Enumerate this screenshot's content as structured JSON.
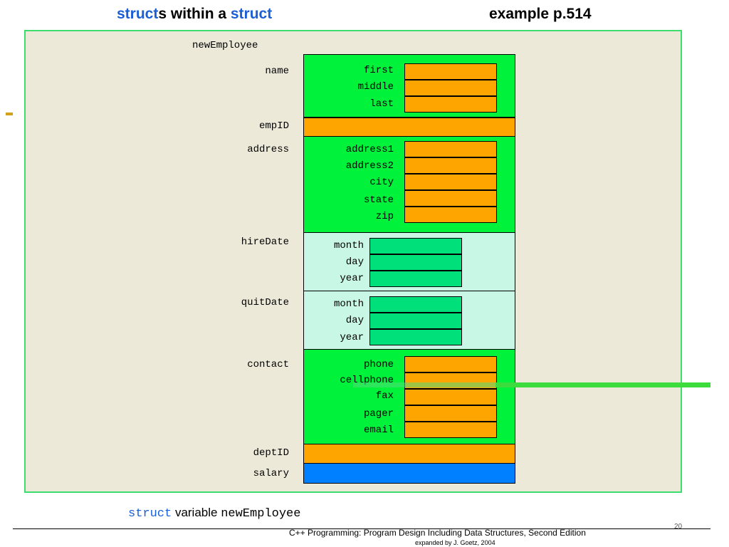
{
  "title": {
    "left_kw1": "struct",
    "left_mid": "s within a ",
    "left_kw2": "struct",
    "right": "example p.514"
  },
  "diagram": {
    "root": "newEmployee",
    "members": {
      "name": {
        "label": "name",
        "fields": [
          "first",
          "middle",
          "last"
        ]
      },
      "empID": {
        "label": "empID"
      },
      "address": {
        "label": "address",
        "fields": [
          "address1",
          "address2",
          "city",
          "state",
          "zip"
        ]
      },
      "hireDate": {
        "label": "hireDate",
        "fields": [
          "month",
          "day",
          "year"
        ]
      },
      "quitDate": {
        "label": "quitDate",
        "fields": [
          "month",
          "day",
          "year"
        ]
      },
      "contact": {
        "label": "contact",
        "fields": [
          "phone",
          "cellphone",
          "fax",
          "pager",
          "email"
        ]
      },
      "deptID": {
        "label": "deptID"
      },
      "salary": {
        "label": "salary"
      }
    },
    "colors": {
      "struct": "#00f23a",
      "field": "#ffa500",
      "date_struct": "#c8f7e6",
      "date_field": "#00e07a",
      "salary": "#0080ff",
      "border": "#3ddc6f"
    }
  },
  "caption": {
    "kw": "struct",
    "text": " variable ",
    "var": "newEmployee"
  },
  "footer": {
    "line1": "C++ Programming: Program Design Including Data Structures, Second Edition",
    "line2": "expanded by J. Goetz, 2004",
    "page": "20"
  }
}
